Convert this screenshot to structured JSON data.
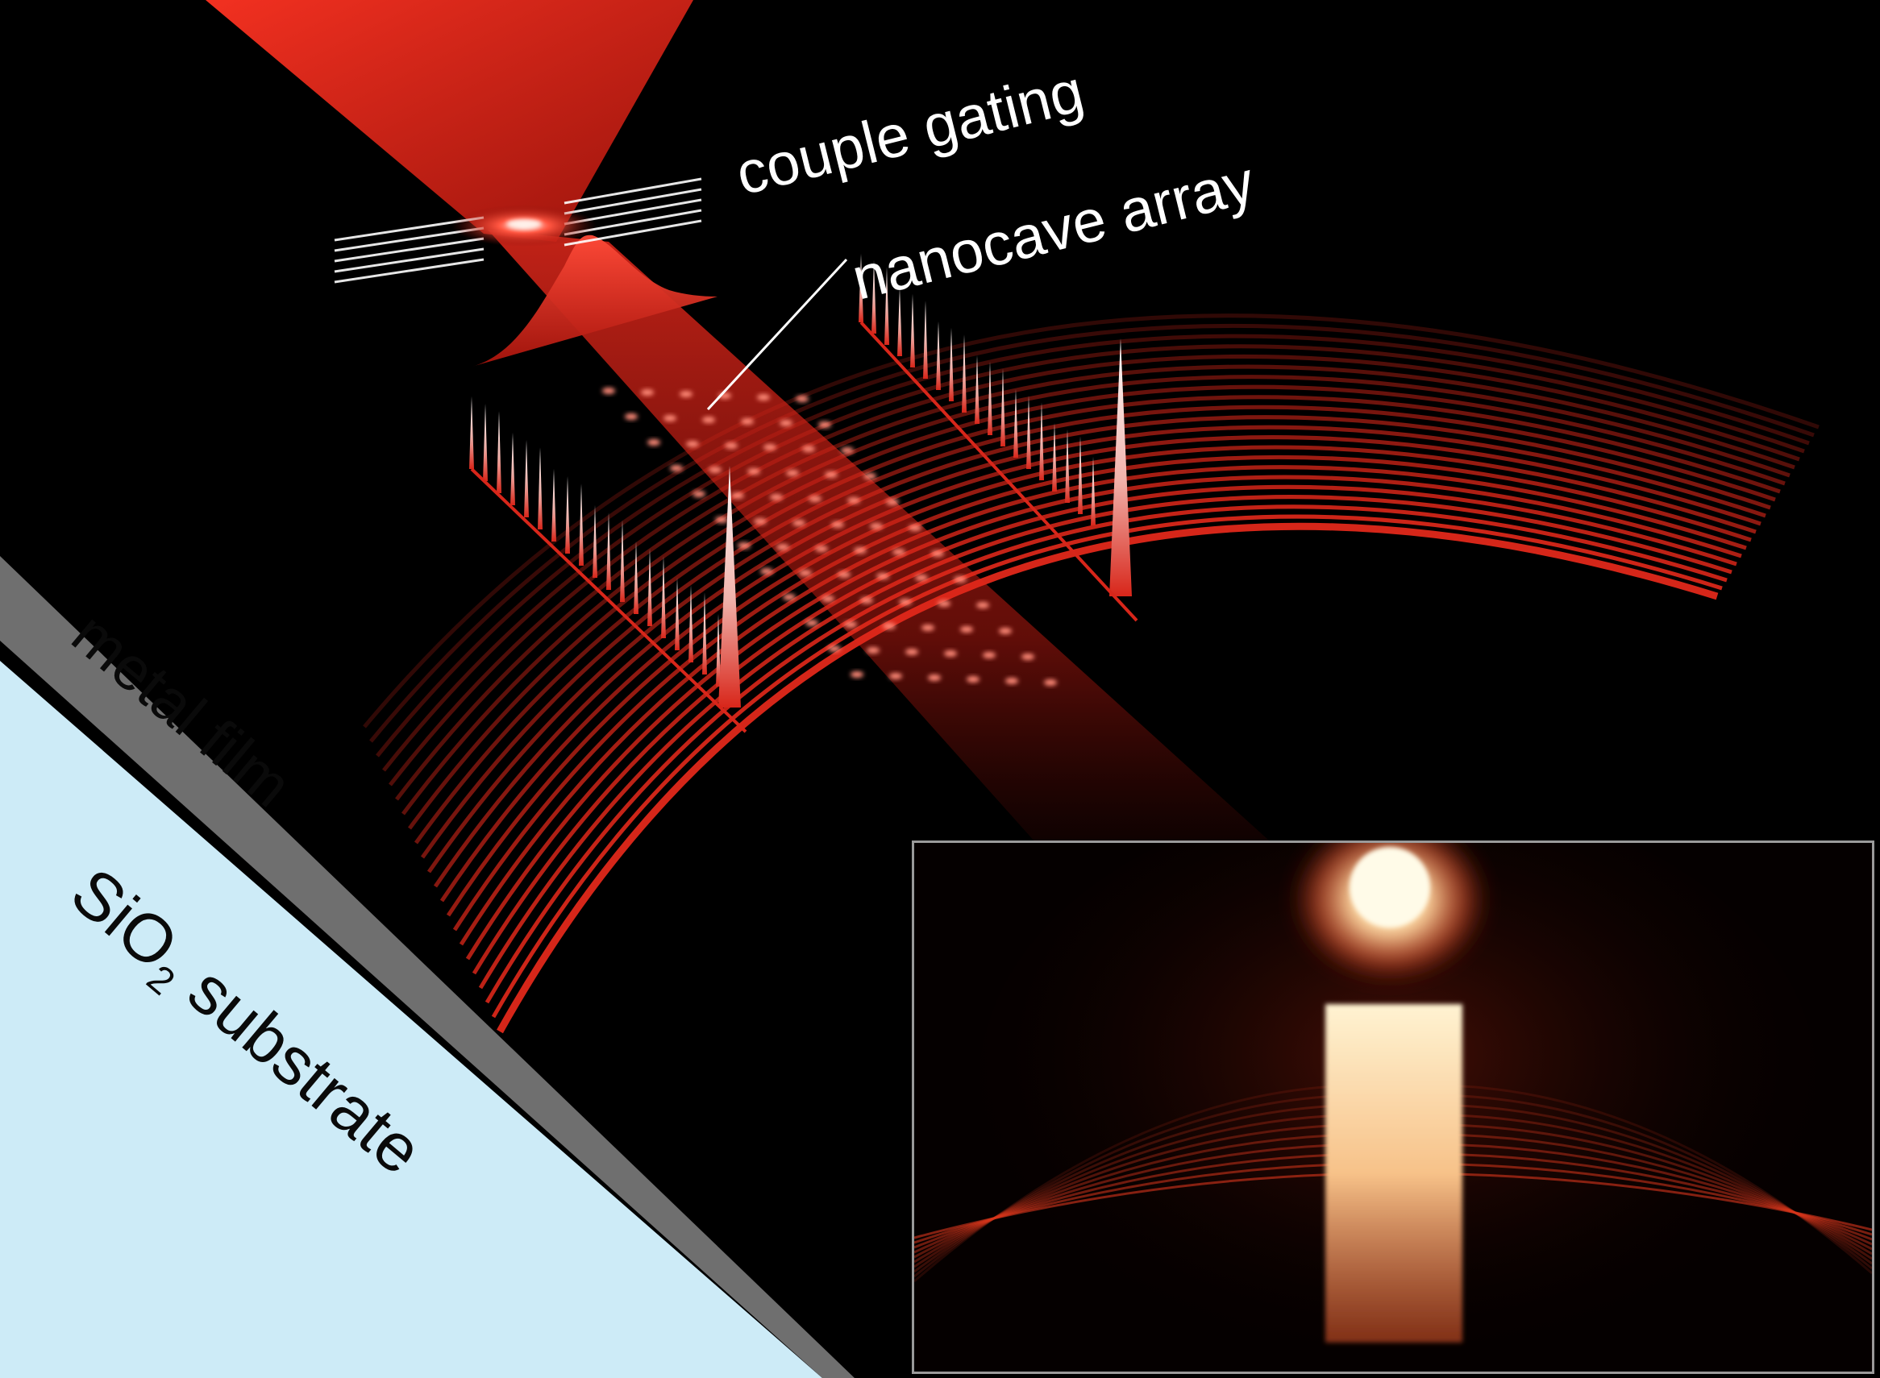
{
  "labels": {
    "couple_gating": "couple gating",
    "nanocave_array": "nanocave array",
    "metal_film": "metal film",
    "substrate_prefix": "SiO",
    "substrate_subscript": "2",
    "substrate_suffix": " substrate"
  },
  "colors": {
    "background": "#000000",
    "laser_red": "#e02a1c",
    "metal_film": "#6f6f6f",
    "substrate": "#cdebf7",
    "inset_border": "#9a9a9a",
    "text_on_dark": "#ffffff",
    "text_on_light": "#0a0a0a"
  },
  "icons": {
    "nanocave_array": "dot-grid",
    "couple_gating": "grating-lines",
    "intensity_peaks": "spike-comb",
    "surface_waves": "concentric-arcs"
  },
  "inset": {
    "content": "experimental-image"
  }
}
